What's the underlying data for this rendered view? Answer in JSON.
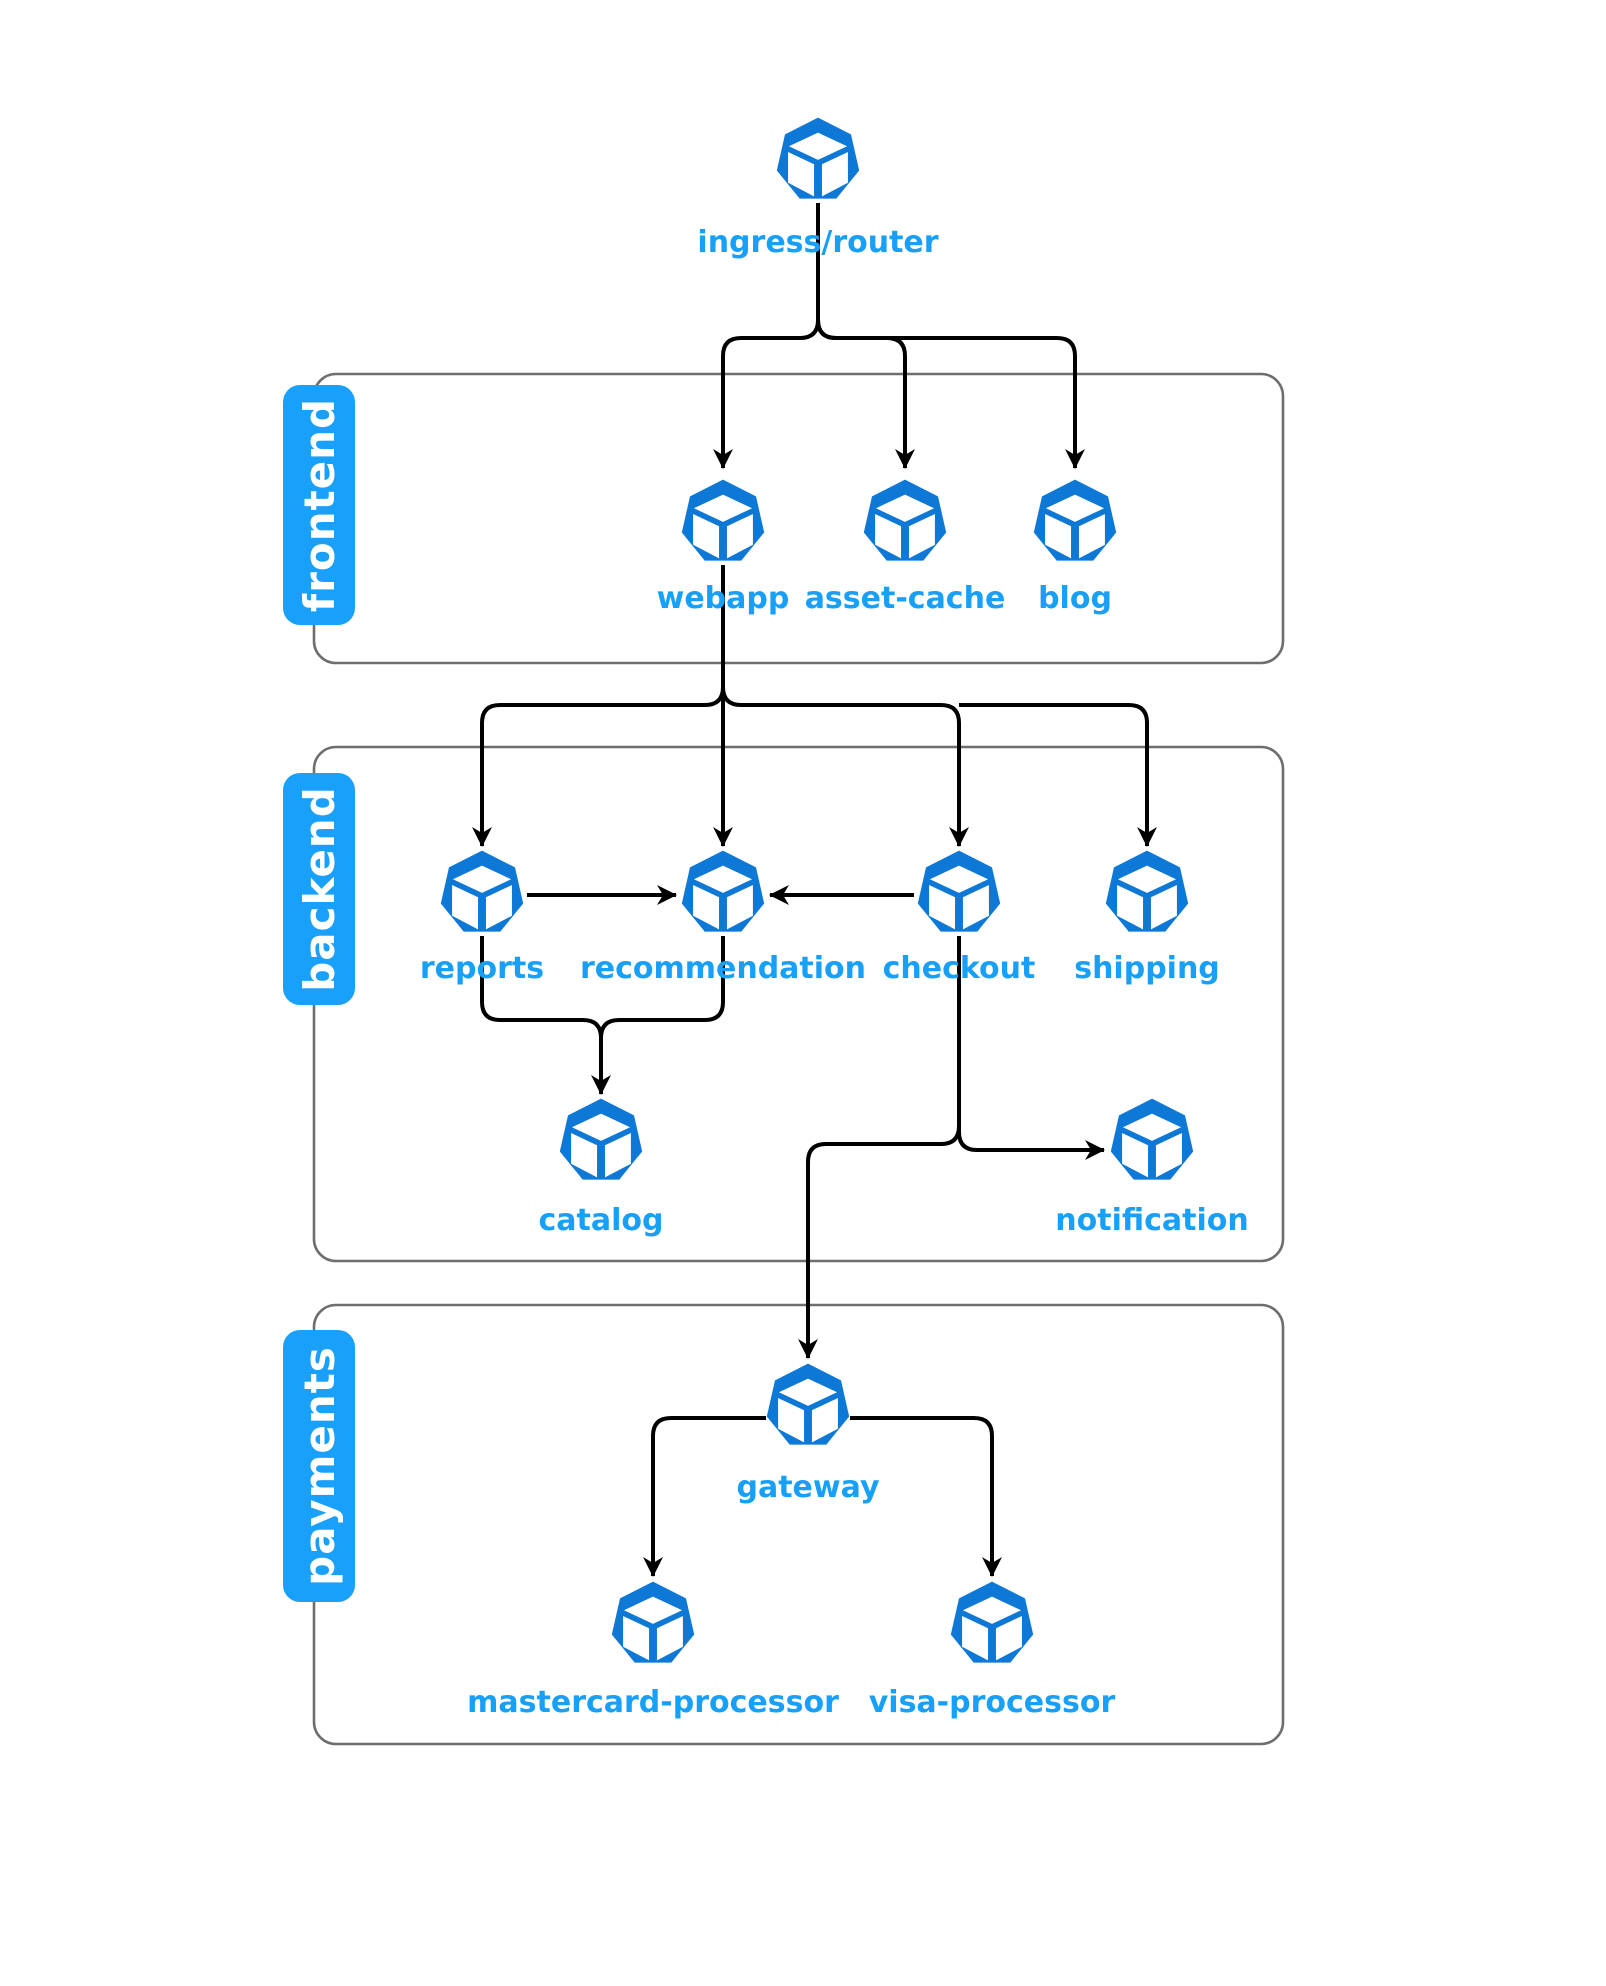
{
  "diagram": {
    "root": {
      "label": "ingress/router"
    },
    "groups": [
      {
        "label": "frontend",
        "nodes": [
          {
            "label": "webapp"
          },
          {
            "label": "asset-cache"
          },
          {
            "label": "blog"
          }
        ]
      },
      {
        "label": "backend",
        "nodes": [
          {
            "label": "reports"
          },
          {
            "label": "recommendation"
          },
          {
            "label": "checkout"
          },
          {
            "label": "shipping"
          },
          {
            "label": "catalog"
          },
          {
            "label": "notification"
          }
        ]
      },
      {
        "label": "payments",
        "nodes": [
          {
            "label": "gateway"
          },
          {
            "label": "mastercard-processor"
          },
          {
            "label": "visa-processor"
          }
        ]
      }
    ],
    "edges": [
      {
        "from": "ingress/router",
        "to": "webapp"
      },
      {
        "from": "ingress/router",
        "to": "asset-cache"
      },
      {
        "from": "ingress/router",
        "to": "blog"
      },
      {
        "from": "webapp",
        "to": "reports"
      },
      {
        "from": "webapp",
        "to": "recommendation"
      },
      {
        "from": "webapp",
        "to": "checkout"
      },
      {
        "from": "webapp",
        "to": "shipping"
      },
      {
        "from": "reports",
        "to": "recommendation"
      },
      {
        "from": "checkout",
        "to": "recommendation"
      },
      {
        "from": "reports",
        "to": "catalog"
      },
      {
        "from": "recommendation",
        "to": "catalog"
      },
      {
        "from": "checkout",
        "to": "notification"
      },
      {
        "from": "checkout",
        "to": "gateway"
      },
      {
        "from": "gateway",
        "to": "mastercard-processor"
      },
      {
        "from": "gateway",
        "to": "visa-processor"
      }
    ],
    "node_icon": "cube-in-heptagon"
  },
  "colors": {
    "icon_blue": "#0E78D6",
    "node_label_blue": "#18A0F8",
    "group_chip_blue": "#18A0FB",
    "chip_text_white": "#FFFFFF",
    "edge_black": "#000000",
    "group_border_gray": "#6E6E6E",
    "background_white": "#FFFFFF"
  }
}
